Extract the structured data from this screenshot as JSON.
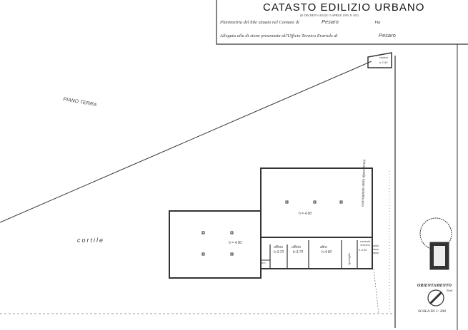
{
  "header": {
    "title": "CATASTO EDILIZIO URBANO",
    "subtitle": "(R. DECRETO-LEGGE 13 APRILE 1939, N. 652)",
    "line1_label": "Planimetria del   bile situato nel Comune di",
    "line1_comune": "Pesaro",
    "line1_via_label": "Via",
    "line2_label": "Allegata alla di   zione presentata all'Ufficio Tecnico Erariale di",
    "line2_ufficio": "Pesaro"
  },
  "plan": {
    "floor_label": "PIANO TERRA",
    "courtyard_label": "cortile",
    "cabin_label": "cabina",
    "cabin_height": "h-2.90",
    "sidewalk_label": "marciapiede della dipendenza",
    "rooms": [
      {
        "name": "",
        "height": "h = 4.90"
      },
      {
        "name": "",
        "height": "h = 4.90"
      },
      {
        "name": "ufficio",
        "height": "h-3.70"
      },
      {
        "name": "ufficio",
        "height": "h-3.70"
      },
      {
        "name": "altro",
        "height": "h-4.90"
      },
      {
        "name": "ripostiglio",
        "height": ""
      },
      {
        "name": "centrale termica",
        "height": "h-4.90"
      },
      {
        "name": "w.c.",
        "height": ""
      }
    ]
  },
  "legend": {
    "orientation_label": "ORIENTAMENTO",
    "north_label": "Nord",
    "scale_label": "SCALA DI 1: 200"
  }
}
